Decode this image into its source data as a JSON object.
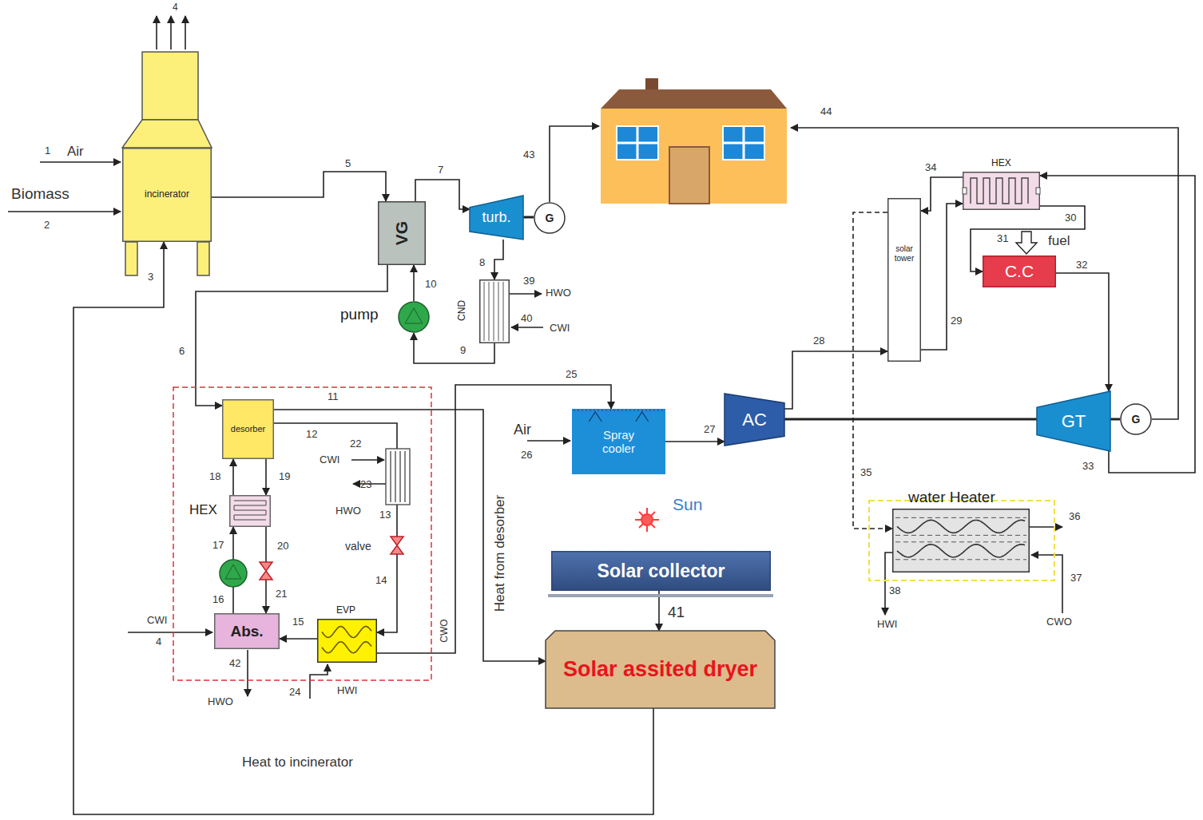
{
  "diagram": {
    "nodes": [
      {
        "text": [
          "incinerator"
        ]
      },
      {
        "text": [
          "VG"
        ]
      },
      {
        "text": [
          "turb."
        ]
      },
      {
        "text": [
          "G"
        ]
      },
      {
        "text": [
          "CND"
        ]
      },
      {
        "text": [
          "pump"
        ]
      },
      {
        "text": [
          "desorber"
        ]
      },
      {
        "text": [
          "HEX"
        ]
      },
      {
        "text": [
          "Abs."
        ]
      },
      {
        "text": [
          "EVP"
        ]
      },
      {
        "text": [
          "Spray cooler"
        ]
      },
      {
        "text": [
          "AC"
        ]
      },
      {
        "text": [
          "solar tower"
        ]
      },
      {
        "text": [
          "HEX"
        ]
      },
      {
        "text": [
          "C.C"
        ]
      },
      {
        "text": [
          "GT"
        ]
      },
      {
        "text": [
          "G"
        ]
      },
      {
        "text": [
          "water Heater"
        ]
      },
      {
        "text": [
          "Solar collector"
        ]
      },
      {
        "text": [
          "Solar assited dryer"
        ]
      }
    ],
    "edges": [
      {
        "from": 0,
        "to": 1,
        "arrow": "to"
      },
      {
        "from": 1,
        "to": 2,
        "arrow": "to"
      },
      {
        "from": 2,
        "to": 4,
        "arrow": "to"
      },
      {
        "from": 4,
        "to": 5,
        "arrow": "to"
      },
      {
        "from": 5,
        "to": 1,
        "arrow": "to"
      },
      {
        "from": 1,
        "to": 6,
        "arrow": "to"
      },
      {
        "from": 6,
        "to": 19,
        "label": "Heat from desorber",
        "arrow": "to"
      },
      {
        "from": 6,
        "to": 7,
        "arrow": "to"
      },
      {
        "from": 7,
        "to": 6,
        "arrow": "to"
      },
      {
        "from": 8,
        "to": 7,
        "arrow": "to"
      },
      {
        "from": 7,
        "to": 8,
        "arrow": "to"
      },
      {
        "from": 6,
        "to": 9,
        "arrow": "to"
      },
      {
        "from": 9,
        "to": 8,
        "arrow": "to"
      },
      {
        "from": 9,
        "to": 10,
        "arrow": "to"
      },
      {
        "from": 10,
        "to": 11,
        "arrow": "to"
      },
      {
        "from": 11,
        "to": 12,
        "arrow": "to"
      },
      {
        "from": 12,
        "to": 13,
        "arrow": "to"
      },
      {
        "from": 13,
        "to": 12,
        "arrow": "to"
      },
      {
        "from": 13,
        "to": 14,
        "arrow": "to"
      },
      {
        "from": 14,
        "to": 15,
        "arrow": "to"
      },
      {
        "from": 15,
        "to": 13,
        "arrow": "to"
      },
      {
        "from": 12,
        "to": 17,
        "arrow": "to"
      },
      {
        "from": 18,
        "to": 19,
        "arrow": "to"
      },
      {
        "from": 19,
        "to": 0,
        "arrow": "to"
      },
      {
        "from": 11,
        "to": 15,
        "arrow": "none"
      },
      {
        "from": 15,
        "to": 16,
        "arrow": "none"
      },
      {
        "from": 2,
        "to": 3,
        "arrow": "none"
      }
    ],
    "labels": [
      "4",
      "1",
      "Air",
      "Biomass",
      "2",
      "3",
      "5",
      "7",
      "43",
      "8",
      "39",
      "HWO",
      "40",
      "CWI",
      "9",
      "10",
      "6",
      "11",
      "12",
      "22",
      "CWI",
      "23",
      "HWO",
      "13",
      "valve",
      "14",
      "18",
      "19",
      "17",
      "20",
      "21",
      "16",
      "CWI",
      "4",
      "42",
      "HWO",
      "15",
      "24",
      "HWI",
      "CWO",
      "25",
      "Air",
      "26",
      "27",
      "28",
      "29",
      "30",
      "31",
      "fuel",
      "32",
      "33",
      "34",
      "35",
      "36",
      "37",
      "38",
      "HWI",
      "CWO",
      "Sun",
      "41",
      "44",
      "Heat to incinerator"
    ]
  }
}
